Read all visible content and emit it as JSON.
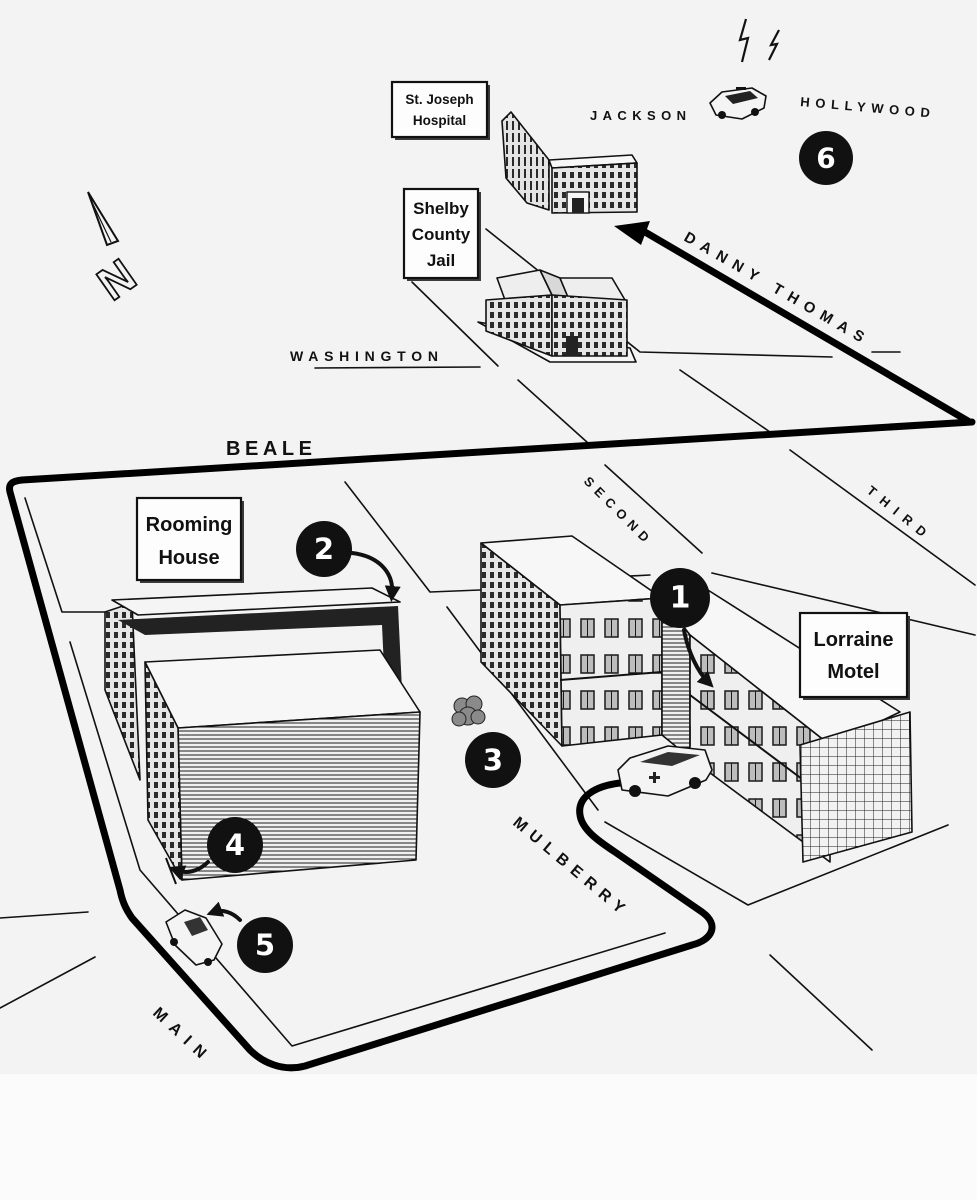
{
  "map": {
    "north_label": "N",
    "colors": {
      "paper": "#f3f3f3",
      "ink": "#111111",
      "marker_fill": "#111111",
      "marker_text": "#ffffff"
    }
  },
  "streets": {
    "jackson": "JACKSON",
    "hollywood": "HOLLYWOOD",
    "danny_thomas": "DANNY THOMAS",
    "washington": "WASHINGTON",
    "beale": "BEALE",
    "second": "SECOND",
    "third": "THIRD",
    "mulberry": "MULBERRY",
    "main": "MAIN"
  },
  "places": {
    "hospital": [
      "St. Joseph",
      "Hospital"
    ],
    "jail": [
      "Shelby",
      "County",
      "Jail"
    ],
    "rooming_house": [
      "Rooming",
      "House"
    ],
    "lorraine_motel": [
      "Lorraine",
      "Motel"
    ]
  },
  "markers": [
    "1",
    "2",
    "3",
    "4",
    "5",
    "6"
  ],
  "icons": [
    "north-arrow-icon",
    "radio-signal-icon",
    "police-car-icon",
    "ambulance-icon",
    "car-icon",
    "bush-icon"
  ]
}
